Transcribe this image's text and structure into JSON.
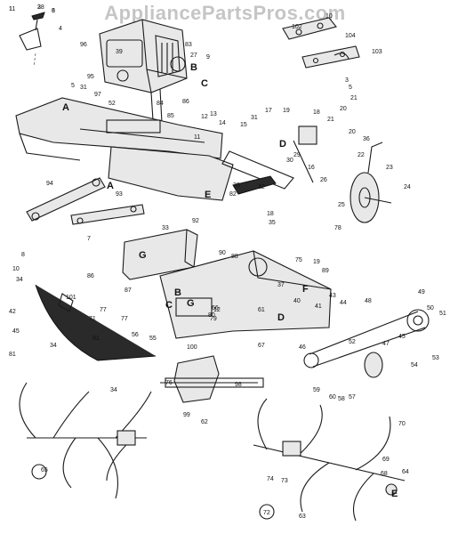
{
  "watermark": "AppliancePartsPros.com",
  "letter_labels": [
    "A",
    "A",
    "B",
    "C",
    "D",
    "E",
    "G",
    "G",
    "B",
    "C",
    "F",
    "D",
    "E"
  ],
  "callouts": [
    "1",
    "2",
    "3",
    "4",
    "96",
    "39",
    "83",
    "27",
    "9",
    "102",
    "10",
    "104",
    "103",
    "95",
    "5",
    "31",
    "97",
    "52",
    "84",
    "13",
    "85",
    "86",
    "12",
    "11",
    "14",
    "15",
    "31",
    "17",
    "19",
    "18",
    "20",
    "21",
    "16",
    "30",
    "29",
    "22",
    "23",
    "26",
    "25",
    "24",
    "36",
    "94",
    "93",
    "92",
    "32",
    "33",
    "82",
    "18",
    "35",
    "3",
    "5",
    "21",
    "20",
    "7",
    "8",
    "33",
    "86",
    "90",
    "88",
    "19",
    "89",
    "37",
    "10",
    "34",
    "42",
    "45",
    "34",
    "81",
    "101",
    "87",
    "77",
    "71",
    "91",
    "77",
    "80",
    "79",
    "12",
    "61",
    "40",
    "41",
    "43",
    "44",
    "48",
    "49",
    "50",
    "51",
    "45",
    "47",
    "54",
    "53",
    "52",
    "46",
    "59",
    "60",
    "58",
    "57",
    "56",
    "55",
    "100",
    "34",
    "76",
    "98",
    "99",
    "62",
    "74",
    "73",
    "72",
    "63",
    "70",
    "69",
    "68",
    "64",
    "65",
    "66",
    "67",
    "75",
    "78",
    "11",
    "38",
    "6"
  ]
}
